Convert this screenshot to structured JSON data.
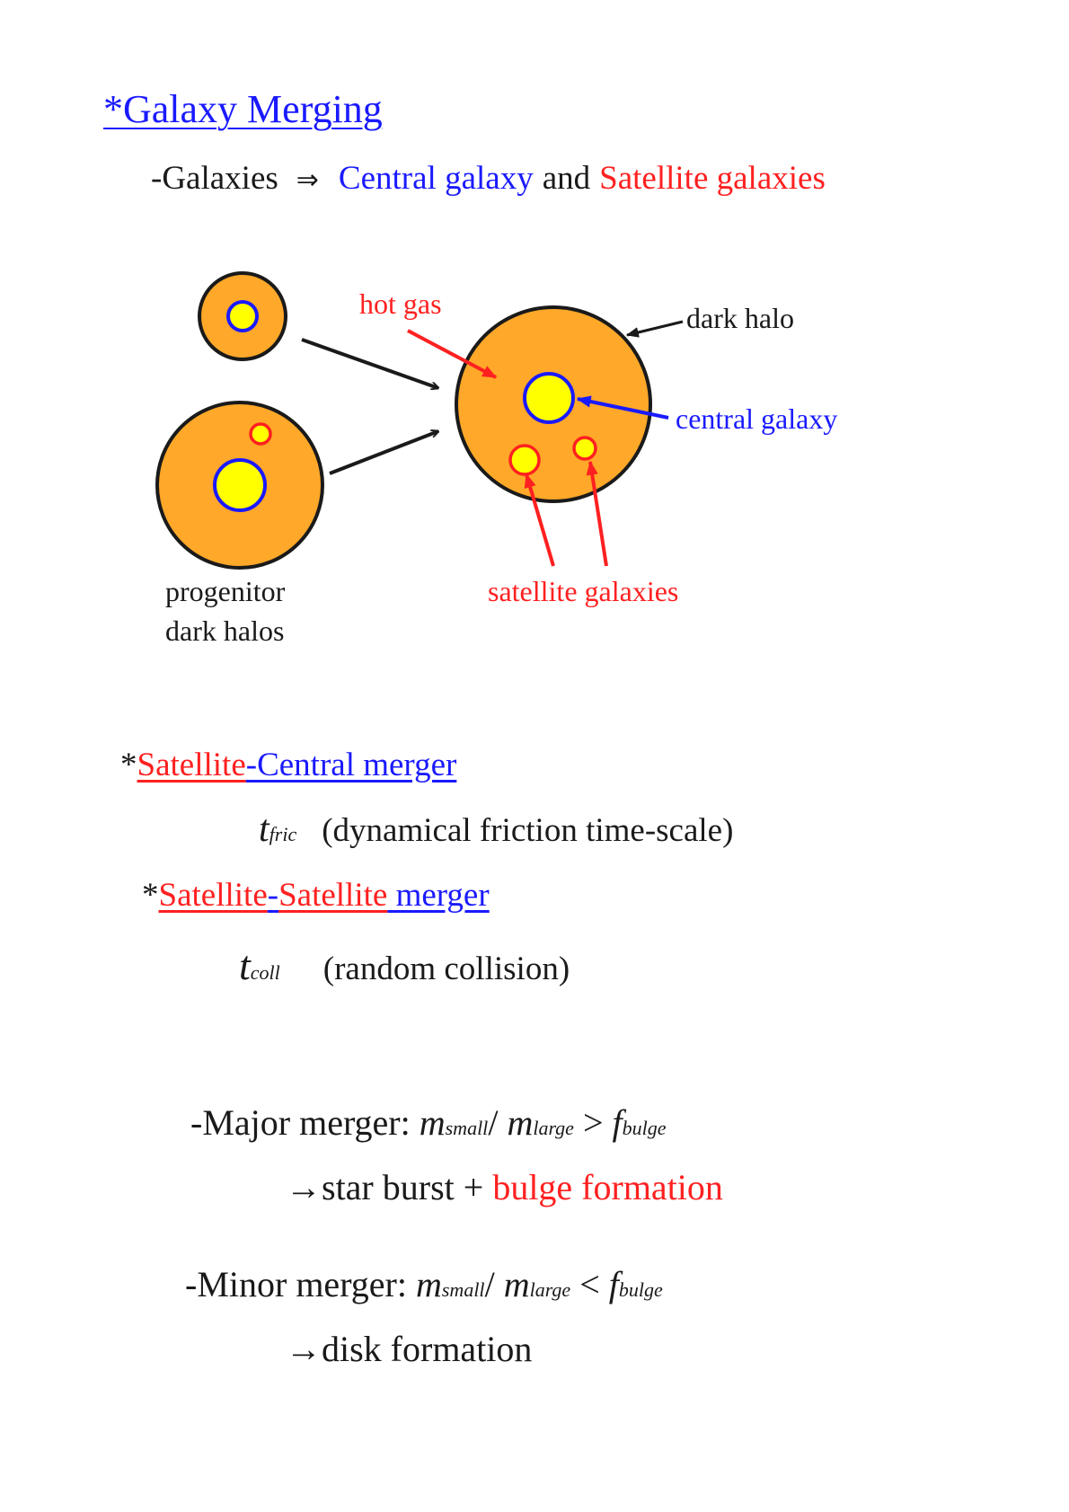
{
  "title": "*Galaxy Merging",
  "intro": {
    "prefix": "-Galaxies",
    "arrow": "⇒",
    "central": "Central galaxy",
    "and": "and",
    "satellite": "Satellite galaxies"
  },
  "diagram": {
    "hot_gas": "hot gas",
    "dark_halo": "dark halo",
    "central_galaxy": "central galaxy",
    "satellite_galaxies": "satellite galaxies",
    "progenitor_line1": "progenitor",
    "progenitor_line2": "dark halos",
    "colors": {
      "halo_fill": "#ffa829",
      "galaxy_fill": "#ffff00",
      "central_stroke": "#1a1aff",
      "satellite_stroke": "#ff2020",
      "outline": "#1a1a1a"
    }
  },
  "sat_central": {
    "star": "*",
    "part1": "Satellite",
    "part2": "-Central merger",
    "t_var": "t",
    "t_sub": "fric",
    "desc": "(dynamical friction time-scale)"
  },
  "sat_sat": {
    "star": "*",
    "part1": "Satellite",
    "part2": "-",
    "part3": "Satellite",
    "part4": " merger",
    "t_var": "t",
    "t_sub": "coll",
    "desc": "(random collision)"
  },
  "major": {
    "label": "-Major merger: ",
    "m1": "m",
    "m1_sub": "small",
    "slash": "/ ",
    "m2": "m",
    "m2_sub": "large",
    "op": " > ",
    "f": "f",
    "f_sub": "bulge",
    "result_arrow": "→",
    "result_text": "star burst + ",
    "result_red": "bulge formation"
  },
  "minor": {
    "label": "-Minor merger: ",
    "m1": "m",
    "m1_sub": "small",
    "slash": "/ ",
    "m2": "m",
    "m2_sub": "large",
    "op": " < ",
    "f": "f",
    "f_sub": "bulge",
    "result_arrow": "→",
    "result_text": "disk formation"
  }
}
